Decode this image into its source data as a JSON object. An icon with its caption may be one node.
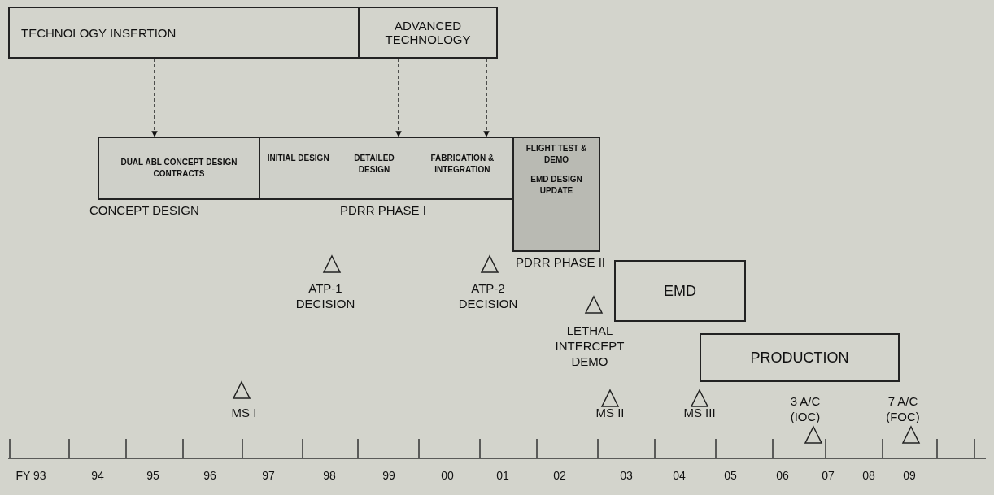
{
  "diagram": {
    "nodes": [
      {
        "text": [
          "TECHNOLOGY INSERTION"
        ]
      },
      {
        "text": [
          "ADVANCED TECHNOLOGY"
        ]
      },
      {
        "text": [
          "DUAL ABL CONCEPT DESIGN CONTRACTS"
        ],
        "beside": [
          "CONCEPT DESIGN"
        ]
      },
      {
        "text": [
          "INITIAL DESIGN",
          "DETAILED DESIGN",
          "FABRICATION & INTEGRATION"
        ],
        "beside": [
          "PDRR PHASE I"
        ]
      },
      {
        "text": [
          "FLIGHT TEST & DEMO",
          "EMD DESIGN UPDATE"
        ],
        "beside": [
          "PDRR PHASE II"
        ]
      },
      {
        "text": [
          "EMD"
        ]
      },
      {
        "text": [
          "PRODUCTION"
        ]
      }
    ],
    "edges": [
      {
        "from": 0,
        "to": 2,
        "arrow": "to",
        "style": "dashed"
      },
      {
        "from": 1,
        "to": 3,
        "arrow": "to",
        "style": "dashed"
      },
      {
        "from": 1,
        "to": 3,
        "arrow": "to",
        "style": "dashed"
      }
    ],
    "labels": [
      "ATP-1 DECISION",
      "ATP-2 DECISION",
      "LETHAL INTERCEPT DEMO",
      "MS I",
      "MS II",
      "MS III",
      "3 A/C (IOC)",
      "7 A/C (FOC)",
      "FY 93",
      "94",
      "95",
      "96",
      "97",
      "98",
      "99",
      "00",
      "01",
      "02",
      "03",
      "04",
      "05",
      "06",
      "07",
      "08",
      "09"
    ]
  }
}
